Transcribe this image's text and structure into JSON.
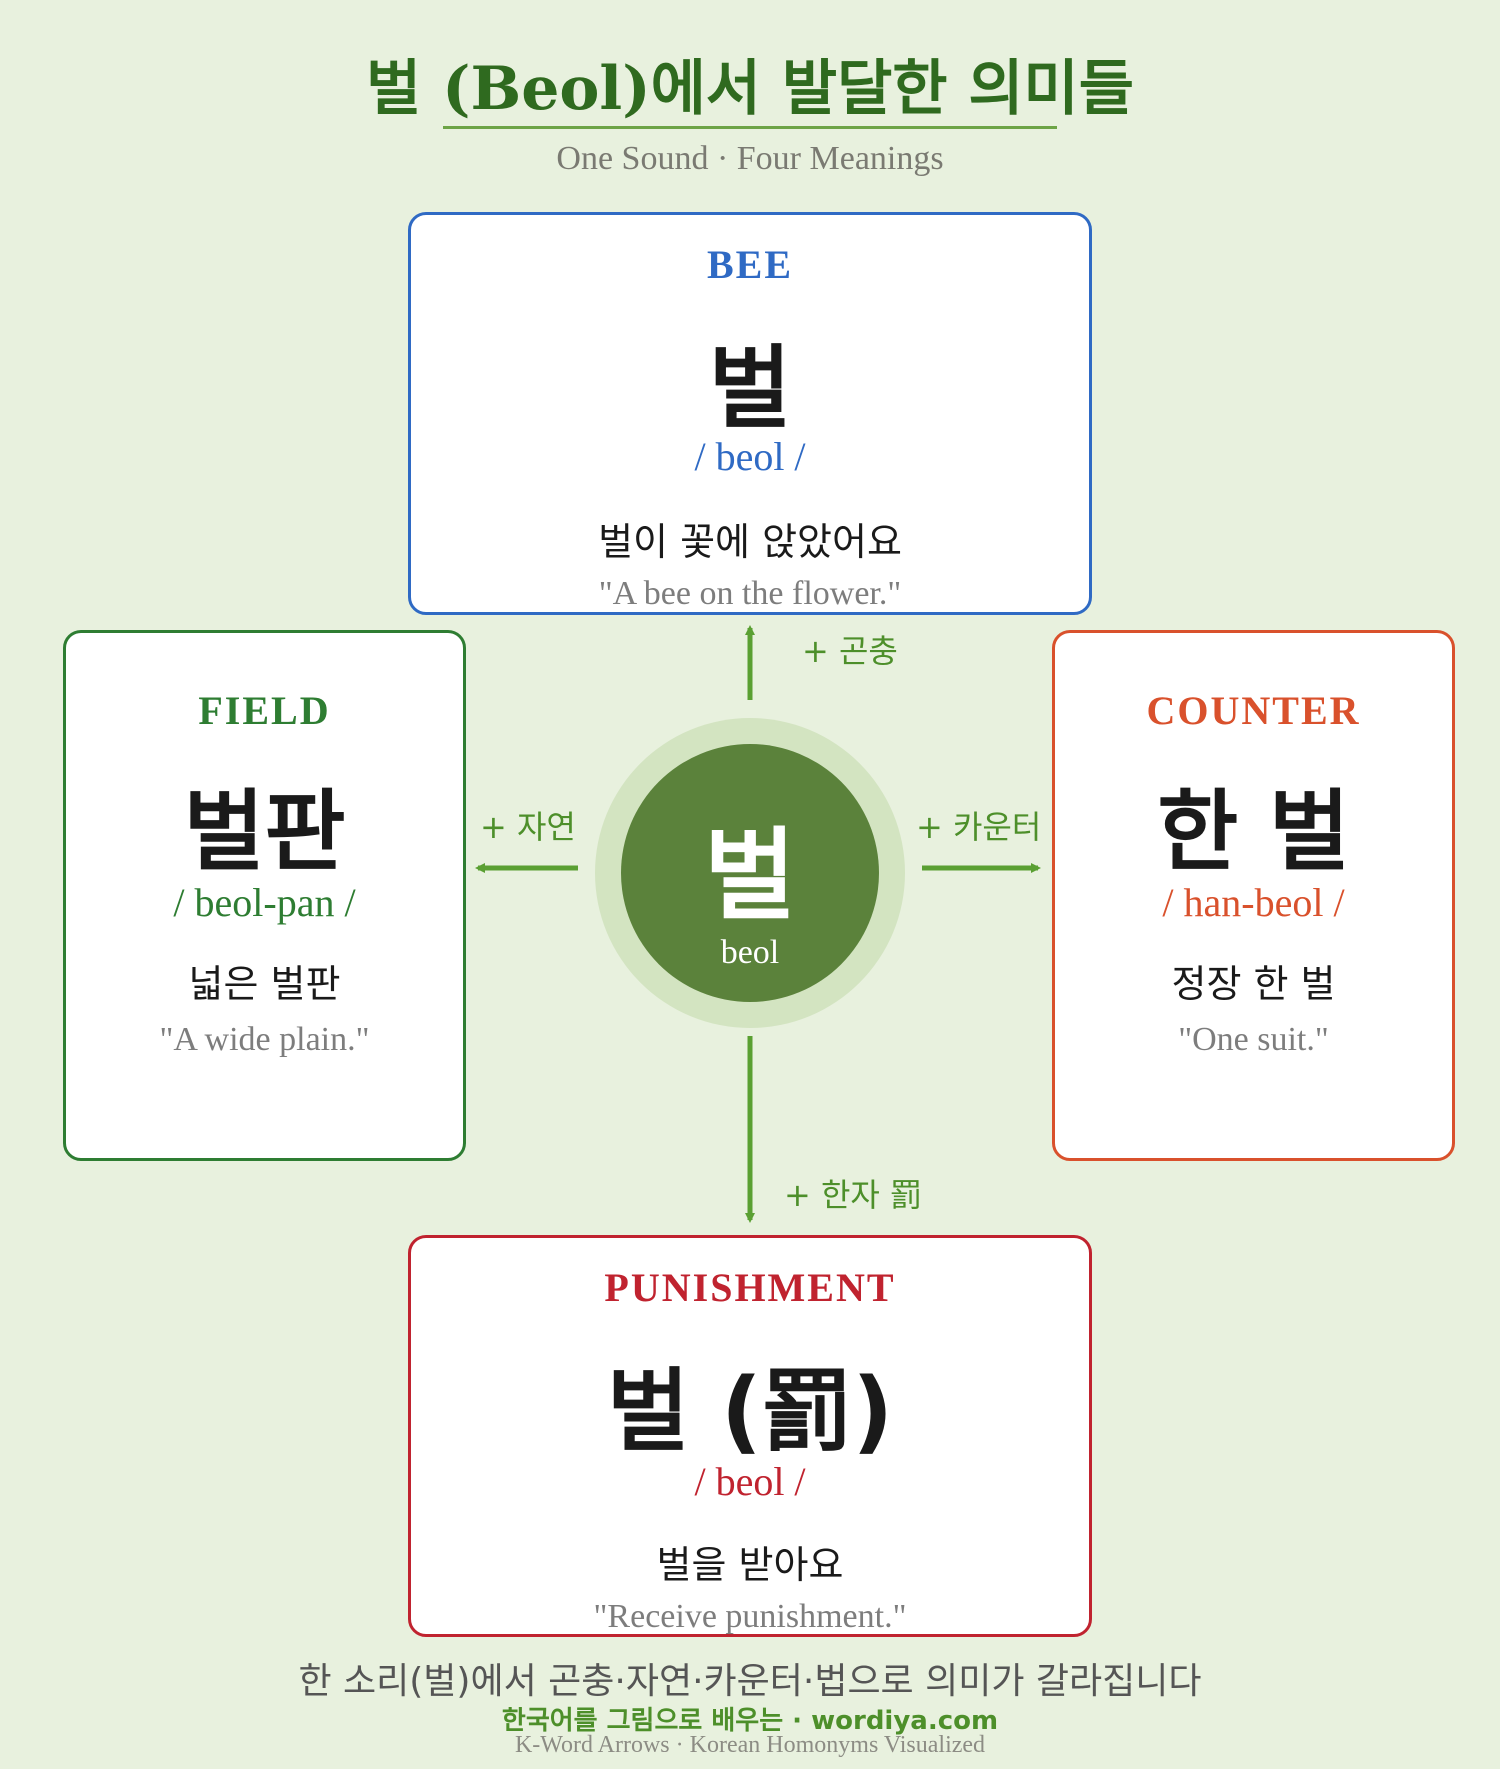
{
  "title": "벌 (Beol)에서 발달한 의미들",
  "subtitle": "One Sound · Four Meanings",
  "center": {
    "word": "벌",
    "romanization": "beol"
  },
  "cards": {
    "bee": {
      "category": "BEE",
      "word": "벌",
      "romanization": "/ beol /",
      "example": "벌이 꽃에 앉았어요",
      "translation": "\"A bee on the flower.\"",
      "color": "#2f6ac4"
    },
    "field": {
      "category": "FIELD",
      "word": "벌판",
      "romanization": "/ beol-pan /",
      "example": "넓은 벌판",
      "translation": "\"A wide plain.\"",
      "color": "#2e7d32"
    },
    "counter": {
      "category": "COUNTER",
      "word": "한 벌",
      "romanization": "/ han-beol /",
      "example": "정장 한 벌",
      "translation": "\"One suit.\"",
      "color": "#d9512c"
    },
    "punishment": {
      "category": "PUNISHMENT",
      "word": "벌 (罰)",
      "romanization": "/ beol /",
      "example": "벌을 받아요",
      "translation": "\"Receive punishment.\"",
      "color": "#c0232f"
    }
  },
  "arrows": {
    "up": "+ 곤충",
    "left": "+ 자연",
    "right": "+ 카운터",
    "down": "+ 한자 罰"
  },
  "footer": {
    "main": "한 소리(벌)에서 곤충·자연·카운터·법으로 의미가 갈라집니다",
    "brand": "한국어를 그림으로 배우는 · wordiya.com",
    "sub": "K-Word Arrows · Korean Homonyms Visualized"
  },
  "colors": {
    "background": "#e8f1de",
    "title": "#2f6a1f",
    "arrow": "#5aa032",
    "center": "#5b823b"
  }
}
